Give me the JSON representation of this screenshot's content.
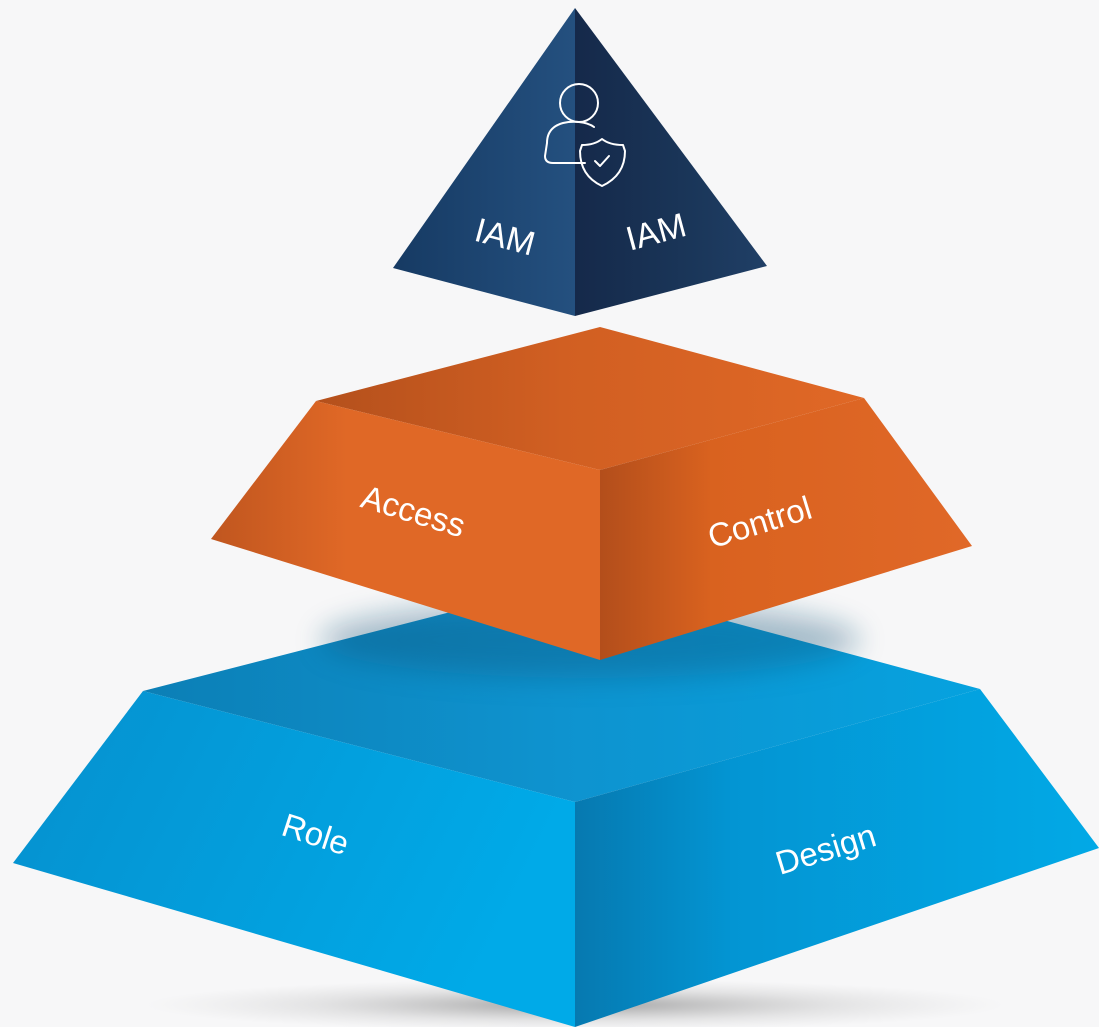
{
  "diagram": {
    "top_tier": {
      "left_label": "IAM",
      "right_label": "IAM",
      "icon": "user-shield-icon",
      "colors": {
        "left_face": "#24507f",
        "right_face": "#17304f"
      }
    },
    "middle_tier": {
      "left_label": "Access",
      "right_label": "Control",
      "colors": {
        "top_face": "#c95a20",
        "left_face": "#e06826",
        "right_face": "#df6626"
      }
    },
    "bottom_tier": {
      "left_label": "Role",
      "right_label": "Design",
      "colors": {
        "top_face": "#0f8fcb",
        "left_face": "#039fdd",
        "right_face": "#019ad6"
      }
    }
  }
}
